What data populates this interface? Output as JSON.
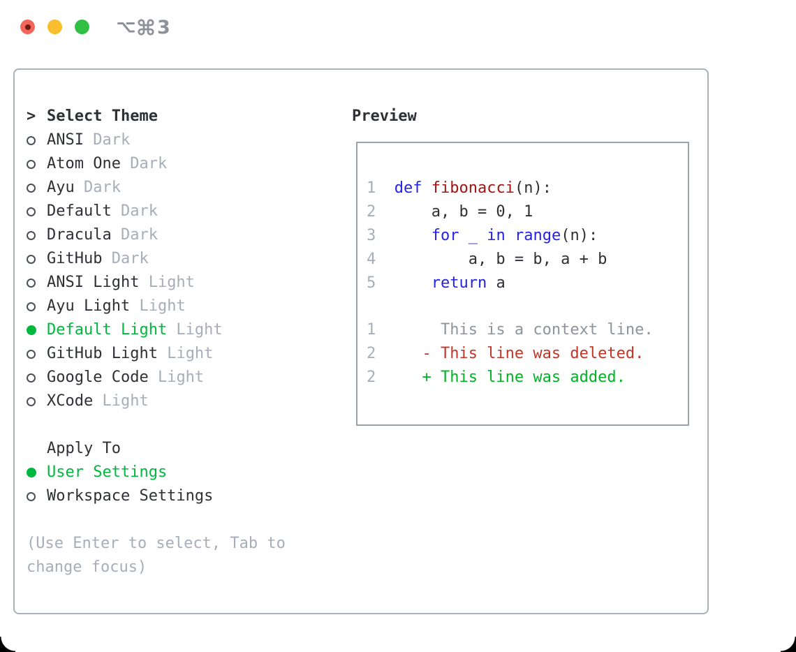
{
  "titlebar": {
    "shortcut": "⌥⌘3",
    "shortcut_number": "3"
  },
  "theme_picker": {
    "prompt": ">",
    "title": "Select Theme",
    "items": [
      {
        "name": "ANSI",
        "variant": "Dark",
        "selected": false
      },
      {
        "name": "Atom One",
        "variant": "Dark",
        "selected": false
      },
      {
        "name": "Ayu",
        "variant": "Dark",
        "selected": false
      },
      {
        "name": "Default",
        "variant": "Dark",
        "selected": false
      },
      {
        "name": "Dracula",
        "variant": "Dark",
        "selected": false
      },
      {
        "name": "GitHub",
        "variant": "Dark",
        "selected": false
      },
      {
        "name": "ANSI Light",
        "variant": "Light",
        "selected": false
      },
      {
        "name": "Ayu Light",
        "variant": "Light",
        "selected": false
      },
      {
        "name": "Default Light",
        "variant": "Light",
        "selected": true
      },
      {
        "name": "GitHub Light",
        "variant": "Light",
        "selected": false
      },
      {
        "name": "Google Code",
        "variant": "Light",
        "selected": false
      },
      {
        "name": "XCode",
        "variant": "Light",
        "selected": false
      }
    ]
  },
  "apply_to": {
    "title": "Apply To",
    "options": [
      {
        "name": "User Settings",
        "selected": true
      },
      {
        "name": "Workspace Settings",
        "selected": false
      }
    ]
  },
  "help_text": "(Use Enter to select, Tab to change focus)",
  "preview": {
    "label": "Preview",
    "code_lines": [
      {
        "num": "1",
        "tokens": [
          {
            "c": "kw",
            "t": "def"
          },
          {
            "c": "pl",
            "t": " "
          },
          {
            "c": "fn",
            "t": "fibonacci"
          },
          {
            "c": "pl",
            "t": "(n):"
          }
        ]
      },
      {
        "num": "2",
        "tokens": [
          {
            "c": "pl",
            "t": "    a, b = 0, 1"
          }
        ]
      },
      {
        "num": "3",
        "tokens": [
          {
            "c": "pl",
            "t": "    "
          },
          {
            "c": "kw",
            "t": "for"
          },
          {
            "c": "pl",
            "t": " "
          },
          {
            "c": "kw",
            "t": "_"
          },
          {
            "c": "pl",
            "t": " "
          },
          {
            "c": "kw",
            "t": "in"
          },
          {
            "c": "pl",
            "t": " "
          },
          {
            "c": "kw",
            "t": "range"
          },
          {
            "c": "pl",
            "t": "(n):"
          }
        ]
      },
      {
        "num": "4",
        "tokens": [
          {
            "c": "pl",
            "t": "        a, b = b, a + b"
          }
        ]
      },
      {
        "num": "5",
        "tokens": [
          {
            "c": "pl",
            "t": "    "
          },
          {
            "c": "kw",
            "t": "return"
          },
          {
            "c": "pl",
            "t": " a"
          }
        ]
      }
    ],
    "diff_lines": [
      {
        "num": "1",
        "kind": "ctx",
        "text": "     This is a context line."
      },
      {
        "num": "2",
        "kind": "del",
        "text": "   - This line was deleted."
      },
      {
        "num": "2",
        "kind": "add",
        "text": "   + This line was added."
      }
    ]
  },
  "colors": {
    "text": "#2e3036",
    "muted": "#a6aeb9",
    "accent_green": "#00b83e",
    "keyword_blue": "#2323e4",
    "function_red": "#a31515",
    "diff_context_gray": "#8d949d",
    "diff_delete_red": "#c13527",
    "diff_add_green": "#00b325",
    "panel_border": "#a9b1ba",
    "preview_border": "#9aa2ac"
  }
}
